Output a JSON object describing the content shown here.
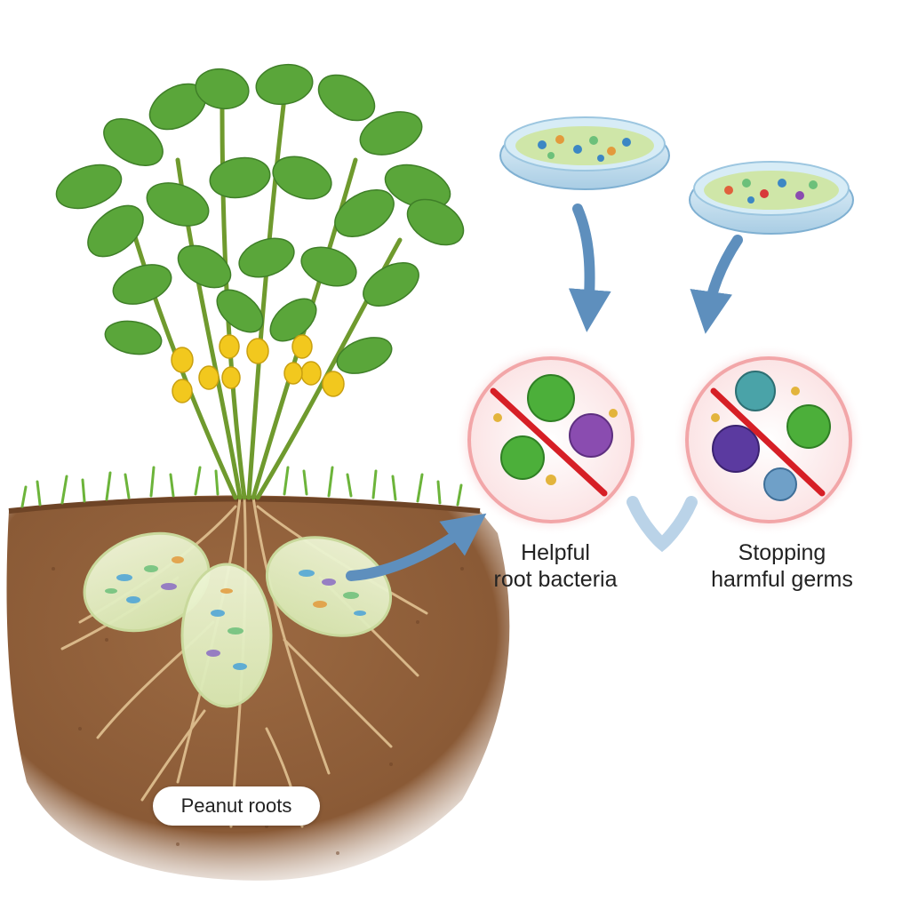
{
  "labels": {
    "helpful_line1": "Helpful",
    "helpful_line2": "root bacteria",
    "stopping_line1": "Stopping",
    "stopping_line2": "harmful germs",
    "roots": "Peanut roots"
  },
  "colors": {
    "leaf": "#5aa63a",
    "leaf_dark": "#3f7f28",
    "stem": "#6f9a2e",
    "peanut": "#f2c81e",
    "soil": "#8a5a36",
    "grass": "#6cb43a",
    "root": "#d9b889",
    "arrow": "#5e8fbd",
    "petri": "#d7ecf6",
    "petri_fill": "#cfe6a8",
    "inhibit_ring": "#f2a6a8",
    "inhibit_slash": "#d61f26",
    "microbe_green": "#4caf3a",
    "microbe_purple": "#8a4cb0",
    "microbe_teal": "#4aa3a8"
  },
  "icons": [
    "peanut-plant",
    "petri-dish",
    "bacteria-cluster",
    "inhibition-circle",
    "flow-arrow"
  ]
}
